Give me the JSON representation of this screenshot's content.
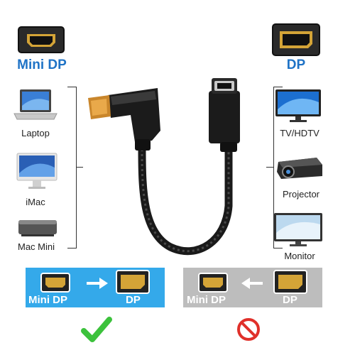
{
  "left": {
    "connector_label": "Mini DP",
    "devices": [
      {
        "label": "Laptop"
      },
      {
        "label": "iMac"
      },
      {
        "label": "Mac Mini"
      }
    ]
  },
  "right": {
    "connector_label": "DP",
    "devices": [
      {
        "label": "TV/HDTV"
      },
      {
        "label": "Projector"
      },
      {
        "label": "Monitor"
      }
    ]
  },
  "banners": {
    "supported": {
      "from": "Mini DP",
      "to": "DP",
      "color": "#34a9ea",
      "status": "check-icon"
    },
    "unsupported": {
      "from": "Mini DP",
      "to": "DP",
      "color": "#bdbdbd",
      "status": "no-entry-icon"
    }
  },
  "colors": {
    "brand_blue": "#1f73c6",
    "check_green": "#3cc23c",
    "no_red": "#e0302a"
  }
}
